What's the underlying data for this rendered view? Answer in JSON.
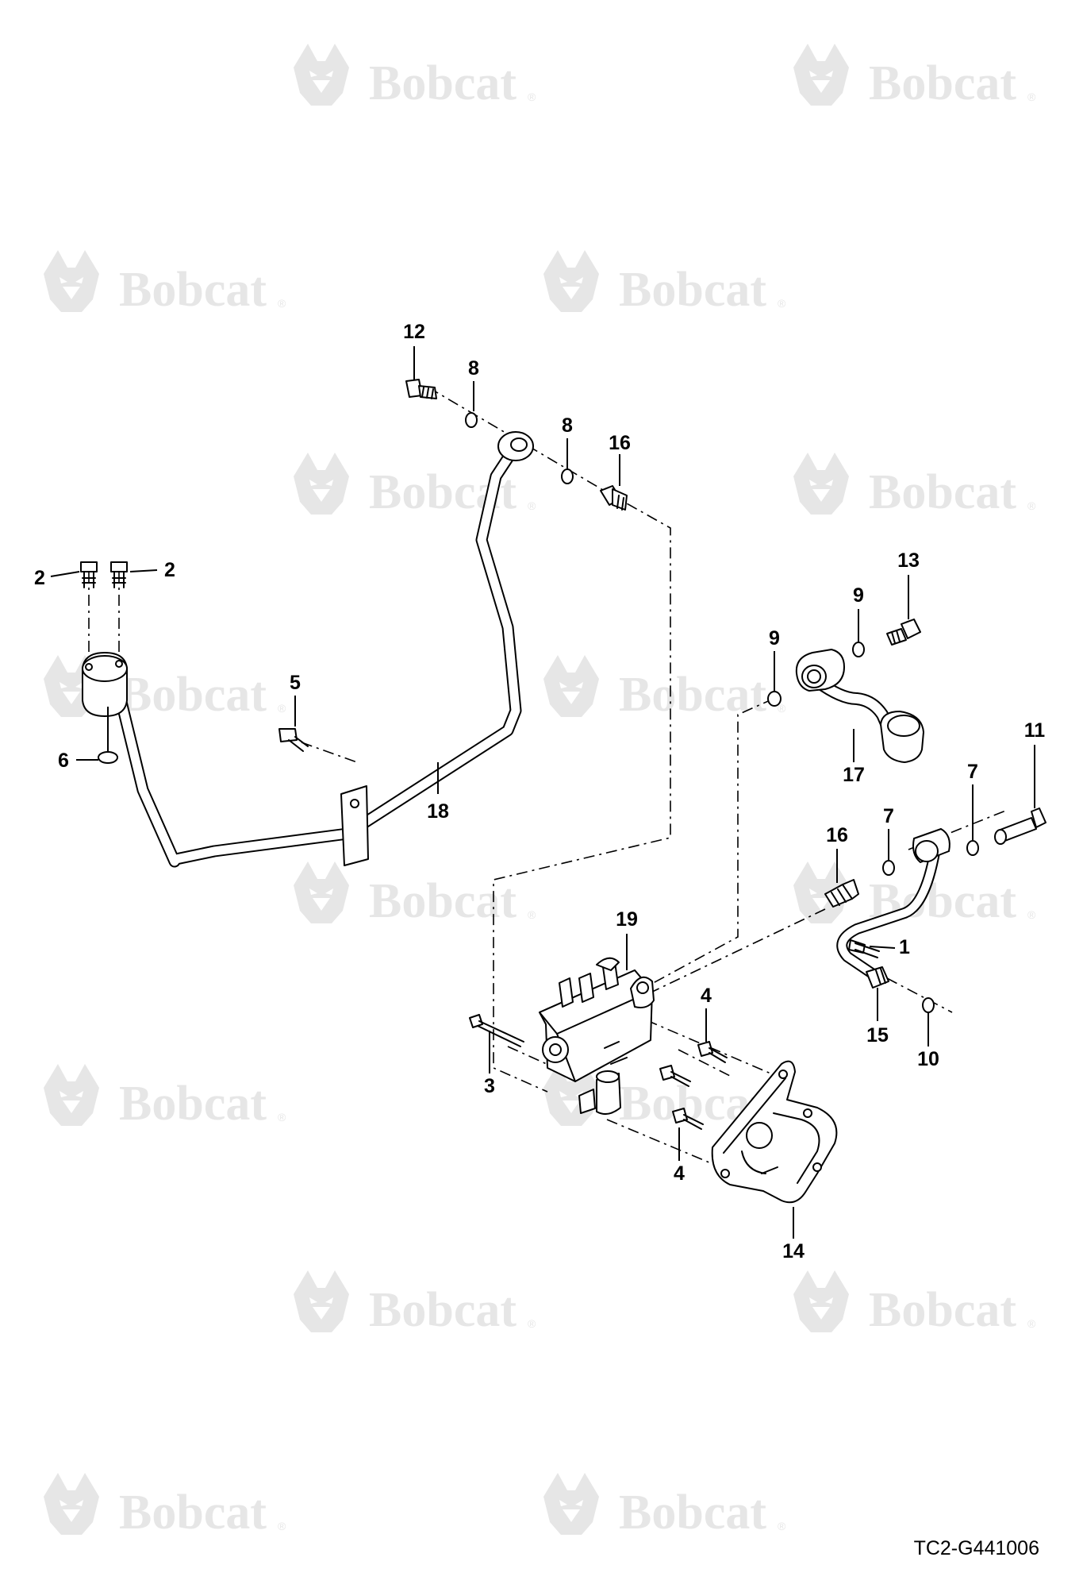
{
  "watermark": {
    "brand": "Bobcat",
    "mark": "®"
  },
  "drawing_id": "TC2-G441006",
  "callouts": {
    "c1": "1",
    "c2a": "2",
    "c2b": "2",
    "c3": "3",
    "c4a": "4",
    "c4b": "4",
    "c5": "5",
    "c6": "6",
    "c7a": "7",
    "c7b": "7",
    "c8a": "8",
    "c8b": "8",
    "c9a": "9",
    "c9b": "9",
    "c10": "10",
    "c11": "11",
    "c12": "12",
    "c13": "13",
    "c14": "14",
    "c15": "15",
    "c16a": "16",
    "c16b": "16",
    "c17": "17",
    "c18": "18",
    "c19": "19"
  }
}
